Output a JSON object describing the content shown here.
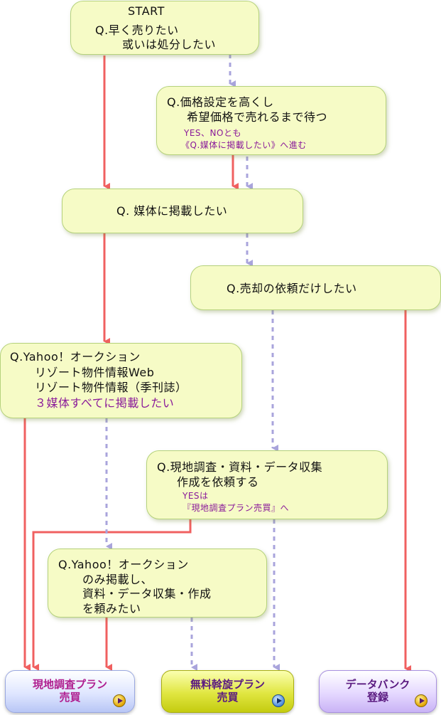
{
  "nodes": {
    "q1": {
      "lines": [
        "START",
        "Q.早く売りたい",
        "或いは処分したい"
      ]
    },
    "q2": {
      "lines": [
        "Q.価格設定を高くし",
        "希望価格で売れるまで待つ"
      ],
      "note": [
        "YES、NOとも",
        "《Q.媒体に掲載したい》へ進む"
      ]
    },
    "q3": {
      "lines": [
        "Q. 媒体に掲載したい"
      ]
    },
    "q4": {
      "lines": [
        "Q.売却の依頼だけしたい"
      ]
    },
    "q5": {
      "lines": [
        "Q.Yahoo！オークション",
        "リゾート物件情報Web",
        "リゾート物件情報（季刊誌）"
      ],
      "accent": "３媒体すべてに掲載したい"
    },
    "q6": {
      "lines": [
        "Q.現地調査・資料・データ収集",
        "作成を依頼する"
      ],
      "note": [
        "YESは",
        "『現地調査プラン売買』へ"
      ]
    },
    "q7": {
      "lines": [
        "Q.Yahoo！オークション",
        "のみ掲載し、",
        "資料・データ収集・作成",
        "を頼みたい"
      ]
    }
  },
  "endpoints": [
    {
      "line1": "現地調査プラン",
      "line2": "売買",
      "color": "#b8c6f5"
    },
    {
      "line1": "無料斡旋プラン",
      "line2": "売買",
      "color": "#dfe640"
    },
    {
      "line1": "データバンク",
      "line2": "登録",
      "color": "#c9b3f5"
    }
  ],
  "legend_colors": {
    "yes_arrow": "#f06060",
    "no_arrow": "#a9a4dc"
  },
  "icons": [
    "play-button-icon"
  ]
}
